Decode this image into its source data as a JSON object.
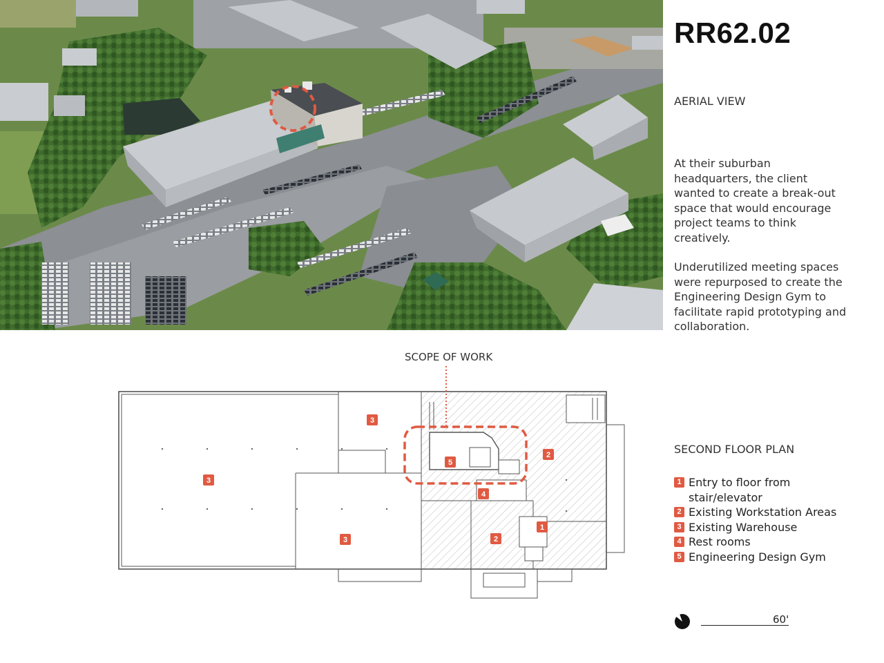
{
  "header": {
    "doc_code": "RR62.02",
    "aerial_title": "AERIAL VIEW"
  },
  "description": {
    "paragraph_1": "At their suburban headquarters, the client wanted to create a break-out space that would encourage project teams to think creatively.",
    "paragraph_2": "Underutilized meeting spaces were repurposed to create the Engineering Design Gym to facilitate rapid prototyping and collaboration."
  },
  "plan": {
    "scope_label": "SCOPE OF WORK",
    "title": "SECOND FLOOR PLAN",
    "markers": [
      "3",
      "3",
      "3",
      "5",
      "2",
      "4",
      "2",
      "1"
    ]
  },
  "legend": {
    "items": [
      {
        "num": "1",
        "label": "Entry to floor from stair/elevator"
      },
      {
        "num": "2",
        "label": "Existing Workstation Areas"
      },
      {
        "num": "3",
        "label": "Existing Warehouse"
      },
      {
        "num": "4",
        "label": "Rest rooms"
      },
      {
        "num": "5",
        "label": "Engineering Design Gym"
      }
    ]
  },
  "scale": {
    "label": "60'"
  },
  "colors": {
    "accent": "#e05a42",
    "text": "#222222",
    "plan_line": "#555555"
  }
}
